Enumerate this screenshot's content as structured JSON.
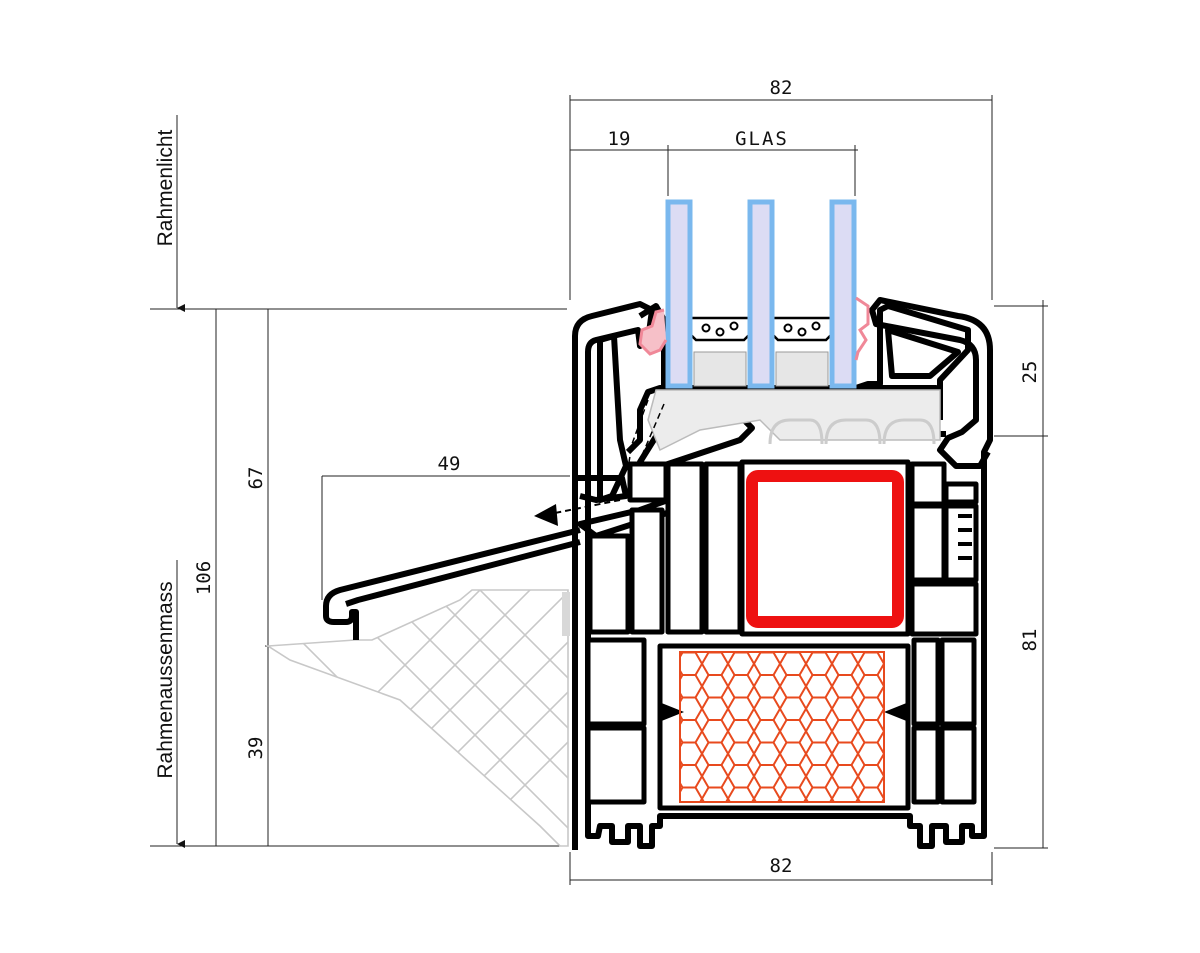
{
  "labels": {
    "side_upper": "Rahmenlicht",
    "side_lower": "Rahmenaussenmass",
    "glas": "GLAS"
  },
  "dimensions": {
    "top_width": "82",
    "bottom_width": "82",
    "glass_inset": "19",
    "sill_projection": "49",
    "right_upper": "25",
    "right_lower": "81",
    "left_total": "106",
    "left_upper": "67",
    "left_lower": "39"
  },
  "colors": {
    "glass_fill": "#dcdcf4",
    "glass_edge": "#7ab8ee",
    "reinforcement": "#ee1111",
    "insulation": "#e84a1e",
    "gasket": "#f08898",
    "hatch": "#c8c8c8"
  },
  "icons": {
    "arrow": "drain-arrow-icon",
    "gear": "glass-spacer-icon"
  }
}
